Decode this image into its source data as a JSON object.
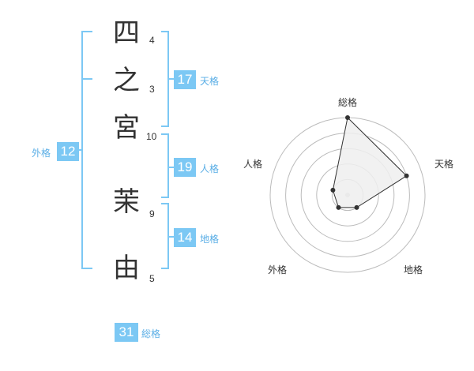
{
  "name": {
    "characters": [
      {
        "char": "四",
        "strokes": "4"
      },
      {
        "char": "之",
        "strokes": "3"
      },
      {
        "char": "宮",
        "strokes": "10"
      },
      {
        "char": "茉",
        "strokes": "9"
      },
      {
        "char": "由",
        "strokes": "5"
      }
    ]
  },
  "fortune": {
    "tenkaku": {
      "value": "17",
      "label": "天格"
    },
    "jinkaku": {
      "value": "19",
      "label": "人格"
    },
    "chikaku": {
      "value": "14",
      "label": "地格"
    },
    "gaikaku": {
      "value": "12",
      "label": "外格"
    },
    "soukaku": {
      "value": "31",
      "label": "総格"
    }
  },
  "chart_data": {
    "type": "radar",
    "axes": [
      "総格",
      "天格",
      "地格",
      "外格",
      "人格"
    ],
    "ring_count": 5,
    "values": [
      5,
      4,
      1,
      1,
      1
    ],
    "max": 5
  },
  "colors": {
    "bracket": "#7cc8f4",
    "badge": "#7cc8f4",
    "caption": "#5aaee6",
    "radar_ring": "#bbbbbb",
    "radar_fill": "#eeeeee",
    "radar_line": "#333333"
  }
}
